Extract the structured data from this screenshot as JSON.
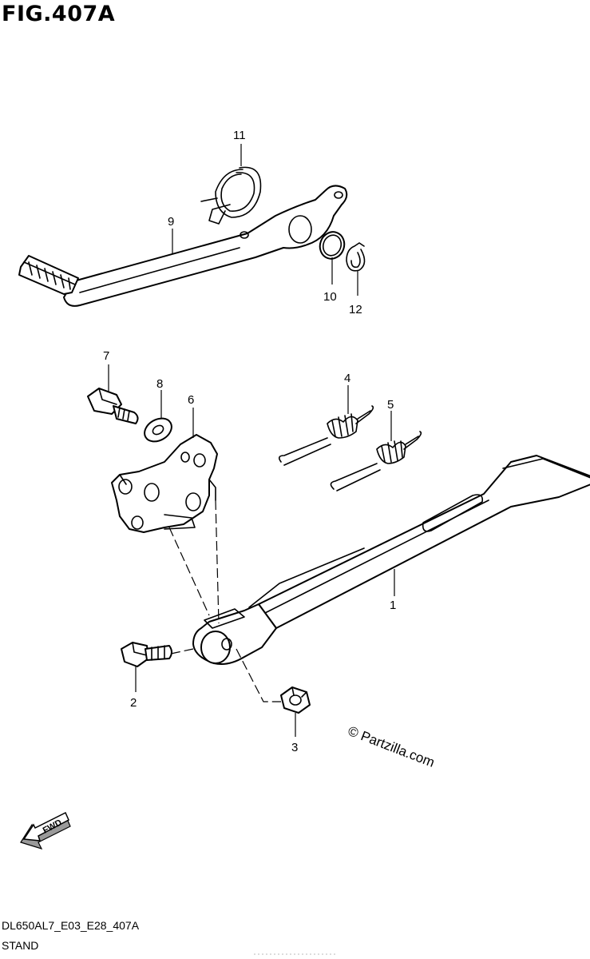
{
  "figure": {
    "title": "FIG.407A",
    "code": "DL650AL7_E03_E28_407A",
    "name": "STAND",
    "watermark": "© Partzilla.com",
    "fwd_label": "FWD"
  },
  "callouts": [
    {
      "id": "1",
      "part": "side-stand"
    },
    {
      "id": "2",
      "part": "bolt"
    },
    {
      "id": "3",
      "part": "nut"
    },
    {
      "id": "4",
      "part": "spring"
    },
    {
      "id": "5",
      "part": "spring"
    },
    {
      "id": "6",
      "part": "bracket"
    },
    {
      "id": "7",
      "part": "bolt"
    },
    {
      "id": "8",
      "part": "washer"
    },
    {
      "id": "9",
      "part": "gear-shift-lever"
    },
    {
      "id": "10",
      "part": "washer"
    },
    {
      "id": "11",
      "part": "spring"
    },
    {
      "id": "12",
      "part": "circlip"
    }
  ]
}
